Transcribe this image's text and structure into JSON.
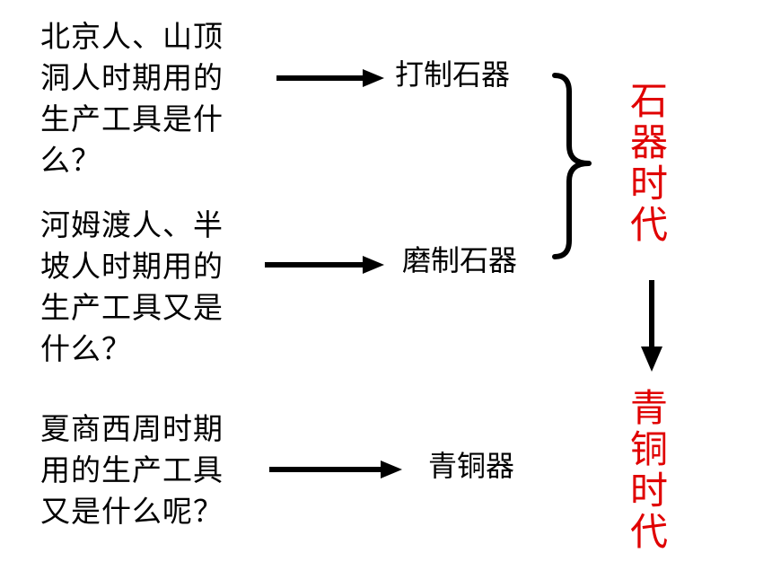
{
  "questions": [
    {
      "lines": [
        "北京人、山顶",
        "洞人时期用的",
        "生产工具是什",
        "么？"
      ]
    },
    {
      "lines": [
        "河姆渡人、半",
        "坡人时期用的",
        "生产工具又是",
        "什么？"
      ]
    },
    {
      "lines": [
        "夏商西周时期",
        "用的生产工具",
        "又是什么呢？"
      ]
    }
  ],
  "answers": [
    "打制石器",
    "磨制石器",
    "青铜器"
  ],
  "eras": [
    {
      "chars": [
        "石",
        "器",
        "时",
        "代"
      ]
    },
    {
      "chars": [
        "青",
        "铜",
        "时",
        "代"
      ]
    }
  ],
  "colors": {
    "era_text": "#e00000",
    "arrow": "#000000"
  }
}
